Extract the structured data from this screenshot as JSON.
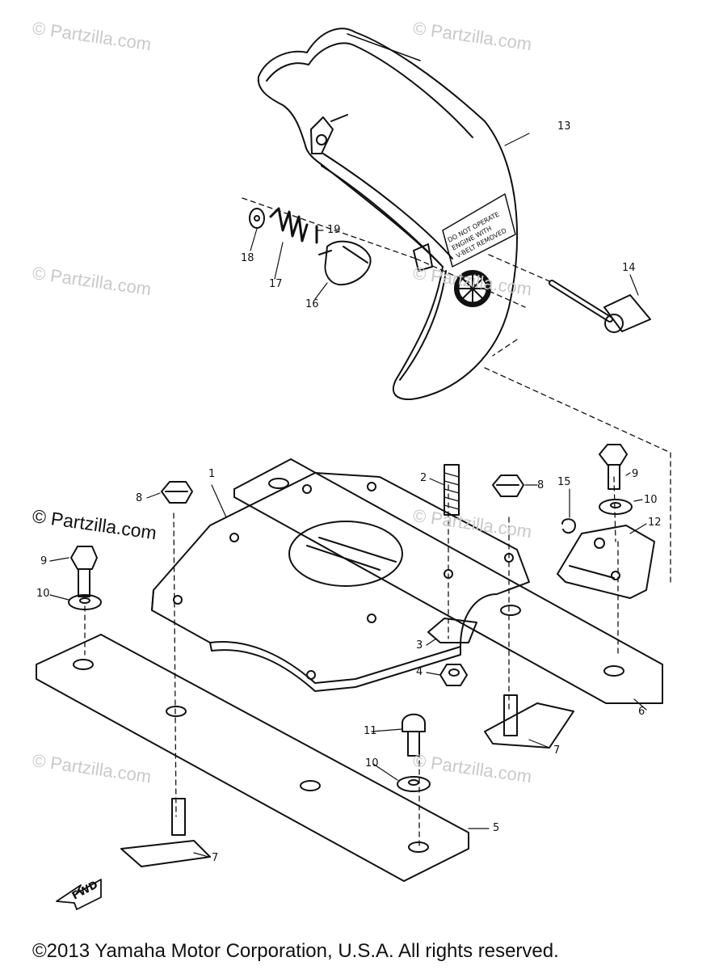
{
  "watermarks": {
    "light": "© Partzilla.com",
    "dark": "© Partzilla.com"
  },
  "callouts": {
    "c1": "1",
    "c2": "2",
    "c3": "3",
    "c4": "4",
    "c5": "5",
    "c6": "6",
    "c7a": "7",
    "c7b": "7",
    "c8a": "8",
    "c8b": "8",
    "c9a": "9",
    "c9b": "9",
    "c10a": "10",
    "c10b": "10",
    "c10c": "10",
    "c11": "11",
    "c12": "12",
    "c13": "13",
    "c14": "14",
    "c15": "15",
    "c16": "16",
    "c17": "17",
    "c18": "18",
    "c19": "19"
  },
  "front_marker": "FWD",
  "cover_label": [
    "DO NOT OPERATE",
    "ENGINE WITH",
    "V-BELT REMOVED"
  ],
  "copyright": "©2013 Yamaha Motor Corporation, U.S.A. All rights reserved.",
  "colors": {
    "line": "#111111",
    "watermark": "#c9c9c9",
    "background": "#ffffff"
  }
}
